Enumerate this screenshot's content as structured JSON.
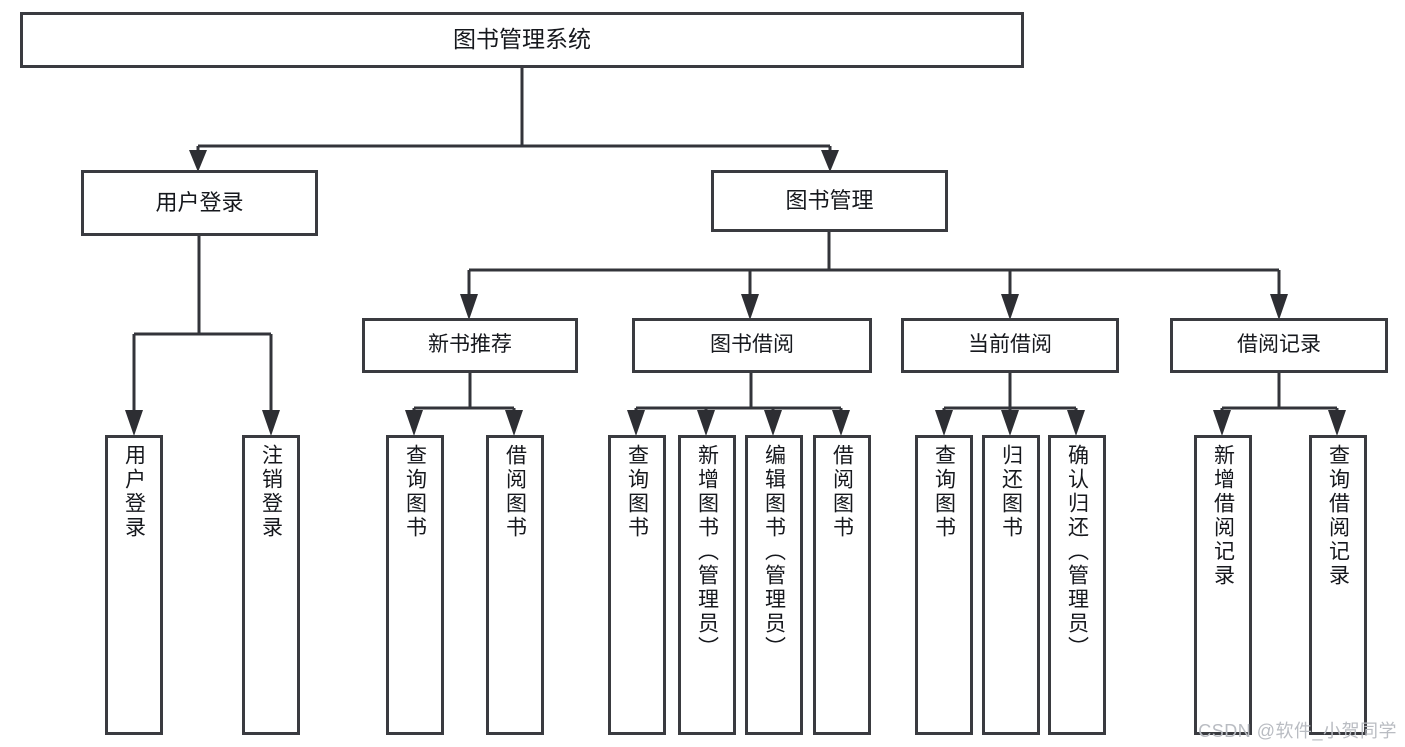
{
  "diagram": {
    "type": "tree",
    "title_node": {
      "id": "root",
      "label": "图书管理系统"
    },
    "colors": {
      "box_border": "#3a3b40",
      "box_fill": "#ffffff",
      "connector": "#33343a",
      "text": "#16181d",
      "watermark": "#b9bcc2",
      "background": "#ffffff"
    },
    "levels": {
      "level1": [
        {
          "id": "root",
          "label": "图书管理系统"
        }
      ],
      "level2": [
        {
          "id": "user-login",
          "label": "用户登录",
          "parent": "root"
        },
        {
          "id": "book-manage",
          "label": "图书管理",
          "parent": "root"
        }
      ],
      "level3": [
        {
          "id": "new-book-rec",
          "label": "新书推荐",
          "parent": "book-manage"
        },
        {
          "id": "book-borrow",
          "label": "图书借阅",
          "parent": "book-manage"
        },
        {
          "id": "current-borrow",
          "label": "当前借阅",
          "parent": "book-manage"
        },
        {
          "id": "borrow-record",
          "label": "借阅记录",
          "parent": "book-manage"
        }
      ],
      "leaves": [
        {
          "id": "leaf-user-login",
          "label": "用户登录",
          "parent": "user-login"
        },
        {
          "id": "leaf-user-logout",
          "label": "注销登录",
          "parent": "user-login"
        },
        {
          "id": "leaf-rec-query",
          "label": "查询图书",
          "parent": "new-book-rec"
        },
        {
          "id": "leaf-rec-borrow",
          "label": "借阅图书",
          "parent": "new-book-rec"
        },
        {
          "id": "leaf-borrow-query",
          "label": "查询图书",
          "parent": "book-borrow"
        },
        {
          "id": "leaf-borrow-add",
          "label": "新增图书（管理员）",
          "parent": "book-borrow"
        },
        {
          "id": "leaf-borrow-edit",
          "label": "编辑图书（管理员）",
          "parent": "book-borrow"
        },
        {
          "id": "leaf-borrow-lend",
          "label": "借阅图书",
          "parent": "book-borrow"
        },
        {
          "id": "leaf-cur-query",
          "label": "查询图书",
          "parent": "current-borrow"
        },
        {
          "id": "leaf-cur-return",
          "label": "归还图书",
          "parent": "current-borrow"
        },
        {
          "id": "leaf-cur-confirm",
          "label": "确认归还（管理员）",
          "parent": "current-borrow"
        },
        {
          "id": "leaf-rec-add",
          "label": "新增借阅记录",
          "parent": "borrow-record"
        },
        {
          "id": "leaf-rec-query-record",
          "label": "查询借阅记录",
          "parent": "borrow-record"
        }
      ]
    }
  },
  "watermark": {
    "text": "CSDN @软件_小贺同学"
  }
}
